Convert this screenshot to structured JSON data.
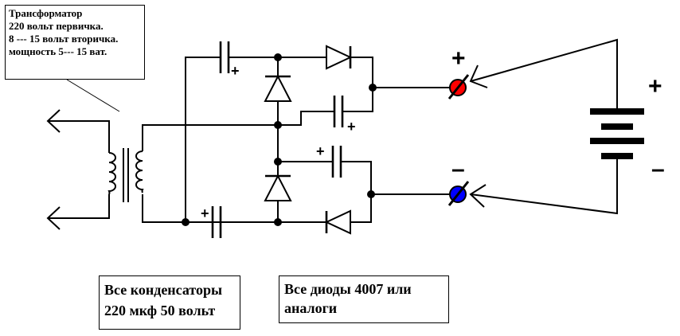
{
  "transformer_note": {
    "line1": "Трансформатор",
    "line2": "220 вольт  первичка.",
    "line3": "8 --- 15 вольт вторичка.",
    "line4": " мощность 5--- 15 ват."
  },
  "capacitors_note": {
    "line1": "Все конденсаторы",
    "line2": "220 мкф  50 вольт"
  },
  "diodes_note": {
    "line1": "Все диоды 4007 или",
    "line2": "аналоги"
  },
  "polarity": {
    "plus": "+",
    "minus": "–"
  },
  "colors": {
    "positive_terminal": "#ff0000",
    "negative_terminal": "#0000ff",
    "line": "#000000",
    "background": "#ffffff"
  }
}
